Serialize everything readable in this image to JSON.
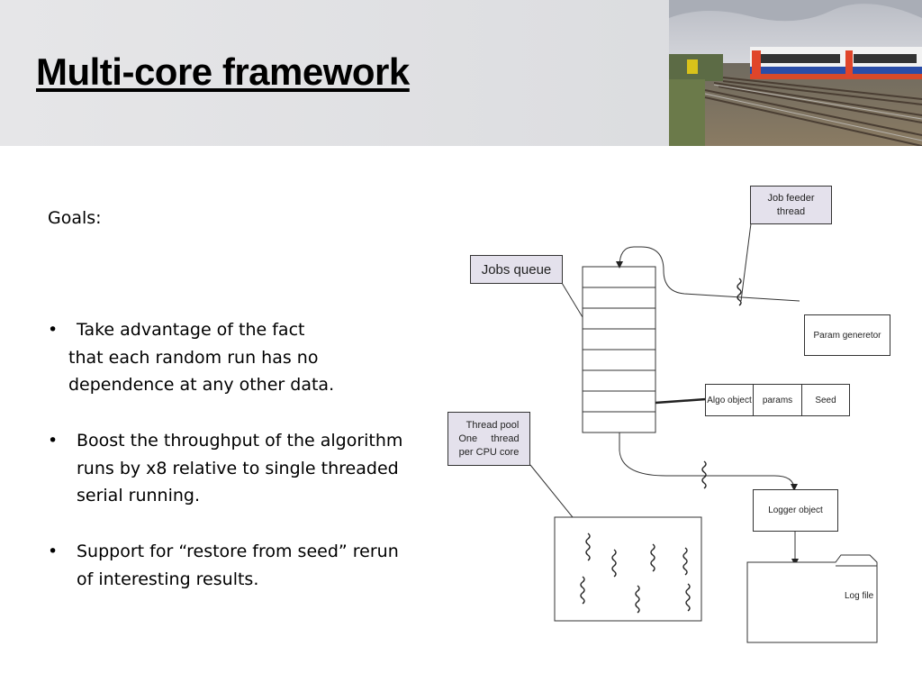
{
  "slide": {
    "title": "Multi-core framework",
    "goals_label": "Goals:",
    "bullets": [
      {
        "lines": [
          "Take advantage of the fact",
          "that each random run has no",
          "dependence at any other data."
        ]
      },
      {
        "lines": [
          "Boost the throughput of the algorithm",
          "runs by x8 relative to single threaded",
          "serial running."
        ]
      },
      {
        "lines": [
          "Support for “restore from seed” rerun",
          "of interesting results."
        ]
      }
    ],
    "bullet_char": "•"
  },
  "diagram": {
    "jobs_queue_label": "Jobs queue",
    "job_feeder_label": [
      "Job feeder",
      "thread"
    ],
    "param_generator_label": "Param generetor",
    "algo_object_label": "Algo object",
    "params_label": "params",
    "seed_label": "Seed",
    "thread_pool_label": [
      "Thread pool",
      "One     thread",
      "per CPU core"
    ],
    "logger_object_label": "Logger object",
    "log_file_label": "Log file",
    "queue_rows": 8
  },
  "colors": {
    "header_bg": "#dcdde0",
    "label_box_bg": "#e4e1ec",
    "line": "#333333"
  }
}
